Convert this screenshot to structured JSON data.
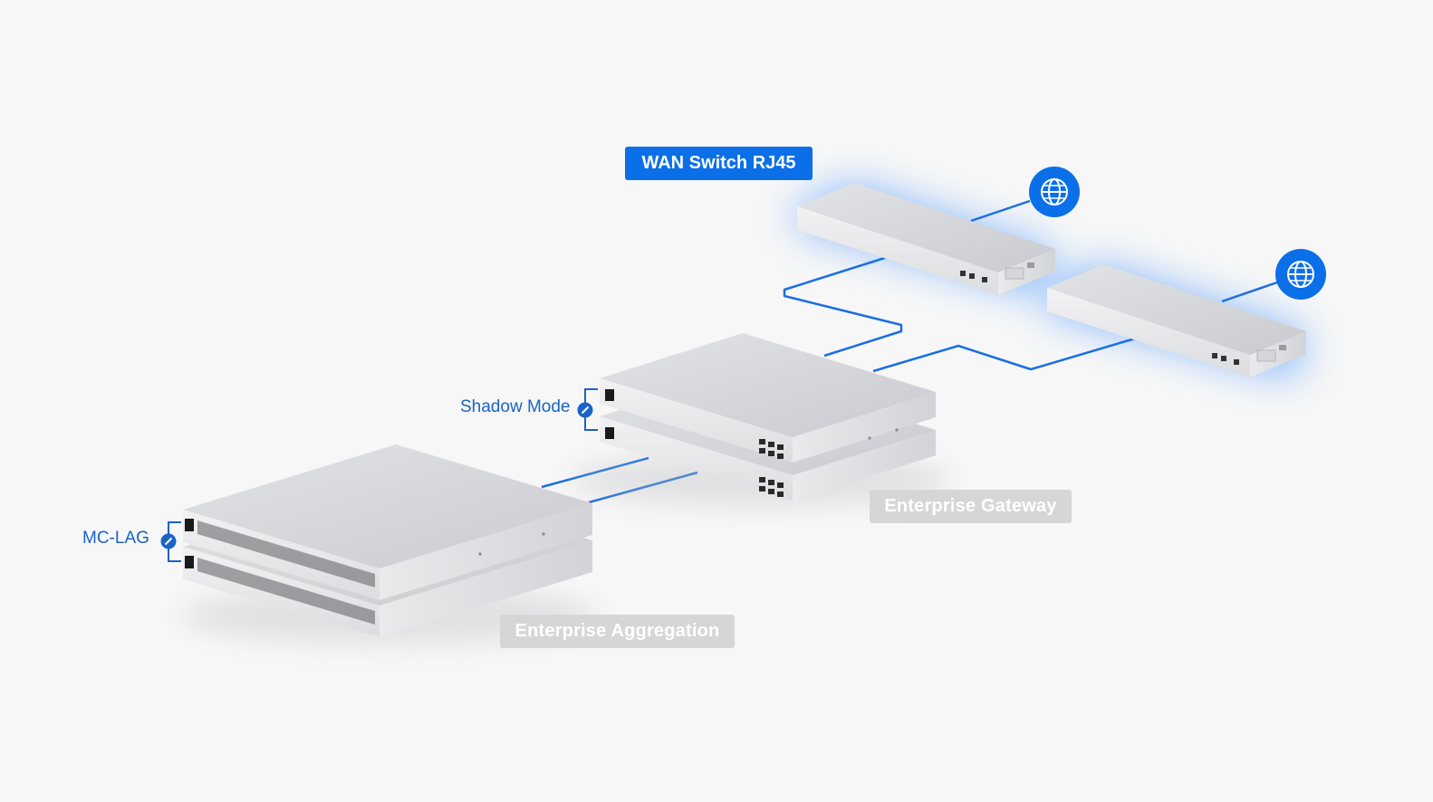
{
  "labels": {
    "wan_switch": "WAN Switch RJ45",
    "enterprise_gateway": "Enterprise Gateway",
    "enterprise_aggregation": "Enterprise Aggregation",
    "shadow_mode": "Shadow Mode",
    "mc_lag": "MC-LAG"
  },
  "icons": {
    "internet": "globe-icon",
    "link": "link-icon"
  },
  "colors": {
    "accent": "#0b6fe8",
    "link_line": "#1a6fe0",
    "glow": "#2f86ff",
    "label_grey": "#d6d6d6",
    "background": "#f7f7f7"
  }
}
